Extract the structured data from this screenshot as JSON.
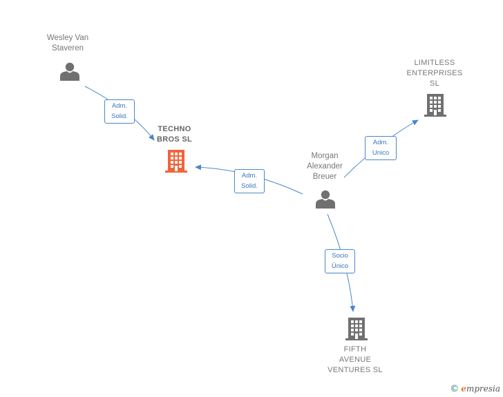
{
  "nodes": {
    "wesley": {
      "label": "Wesley Van\nStaveren",
      "type": "person"
    },
    "techno": {
      "label": "TECHNO\nBROS  SL",
      "type": "company-highlight"
    },
    "morgan": {
      "label": "Morgan\nAlexander\nBreuer",
      "type": "person"
    },
    "limitless": {
      "label": "LIMITLESS\nENTERPRISES\nSL",
      "type": "company"
    },
    "fifth": {
      "label": "FIFTH\nAVENUE\nVENTURES  SL",
      "type": "company"
    }
  },
  "edges": {
    "wesley_techno": {
      "line1": "Adm.",
      "line2": "Solid."
    },
    "morgan_techno": {
      "line1": "Adm.",
      "line2": "Solid."
    },
    "morgan_limitless": {
      "line1": "Adm.",
      "line2": "Unico"
    },
    "morgan_fifth": {
      "line1": "Socio",
      "line2": "Único"
    }
  },
  "colors": {
    "edge": "#4a86c8",
    "icon": "#707070",
    "highlight": "#f0643a"
  },
  "brand": {
    "copyright": "©",
    "e": "e",
    "name": "mpresia"
  }
}
